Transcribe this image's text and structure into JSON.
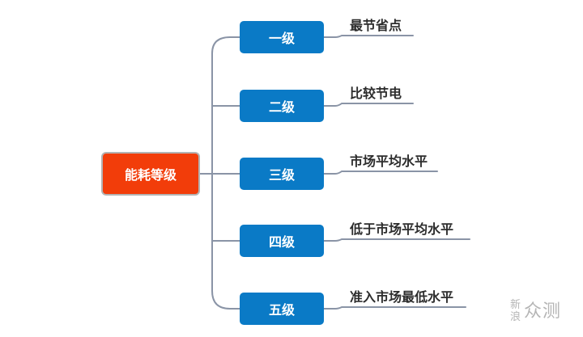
{
  "colors": {
    "root_fill": "#f23d0a",
    "level_fill": "#0a7ac6",
    "connector": "#8a94a6",
    "text_dark": "#2c2c2c"
  },
  "root": {
    "label": "能耗等级"
  },
  "levels": [
    {
      "label": "一级",
      "description": "最节省点"
    },
    {
      "label": "二级",
      "description": "比较节电"
    },
    {
      "label": "三级",
      "description": "市场平均水平"
    },
    {
      "label": "四级",
      "description": "低于市场平均水平"
    },
    {
      "label": "五级",
      "description": "准入市场最低水平"
    }
  ],
  "watermark": {
    "top": "新",
    "bottom": "浪",
    "main": "众测"
  }
}
